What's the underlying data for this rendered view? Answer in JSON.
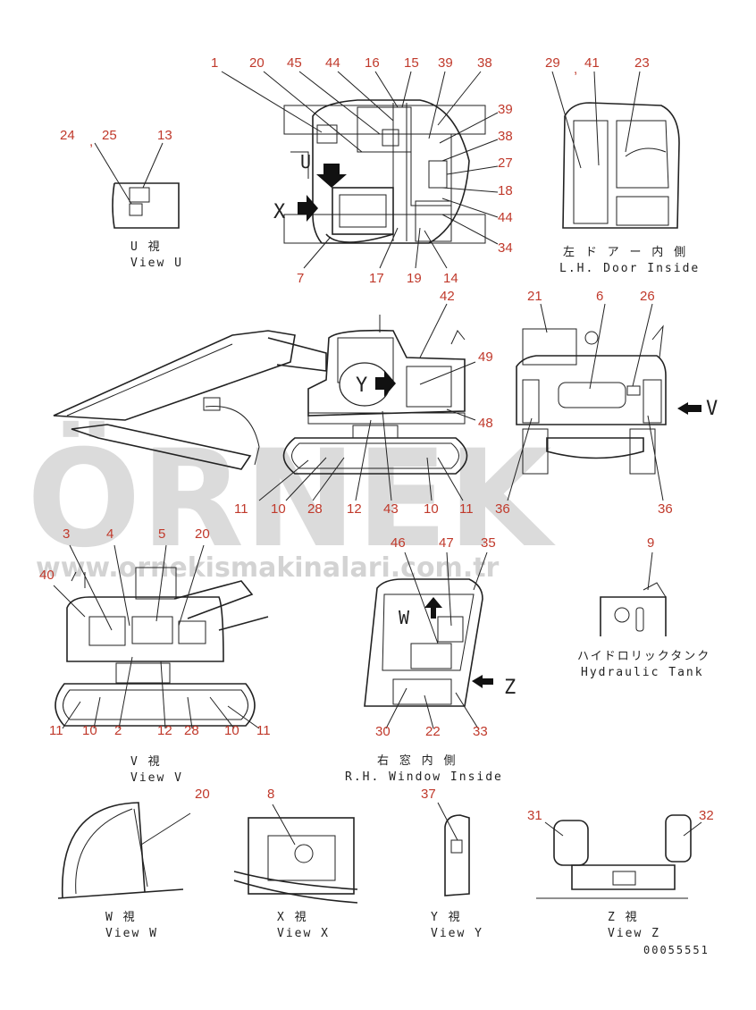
{
  "watermark": {
    "brand": "ÖRNEK",
    "url": "www.ornekismakinalari.com.tr"
  },
  "doc_code": "00055551",
  "views": {
    "u": {
      "jp": "U 視",
      "en": "View U"
    },
    "door": {
      "jp": "左 ド ア ー 内 側",
      "en": "L.H. Door Inside"
    },
    "v": {
      "jp": "V 視",
      "en": "View V"
    },
    "window": {
      "jp": "右 窓 内 側",
      "en": "R.H. Window Inside"
    },
    "tank": {
      "jp": "ハイドロリックタンク",
      "en": "Hydraulic Tank"
    },
    "w": {
      "jp": "W 視",
      "en": "View W"
    },
    "x": {
      "jp": "X 視",
      "en": "View X"
    },
    "y": {
      "jp": "Y 視",
      "en": "View Y"
    },
    "z": {
      "jp": "Z 視",
      "en": "View Z"
    }
  },
  "view_letters": {
    "u": "U",
    "x": "X",
    "y": "Y",
    "v": "V",
    "w": "W",
    "z": "Z"
  },
  "callouts": [
    "1",
    "20",
    "45",
    "44",
    "16",
    "15",
    "39",
    "38",
    "39",
    "38",
    "27",
    "18",
    "44",
    "34",
    "14",
    "19",
    "17",
    "7",
    "24",
    ",",
    "25",
    "13",
    "29",
    ",",
    "41",
    "23",
    "21",
    "6",
    "26",
    "36",
    "36",
    "42",
    "49",
    "48",
    "11",
    "10",
    "28",
    "12",
    "43",
    "10",
    "11",
    "3",
    "4",
    "5",
    "20",
    "40",
    "11",
    "10",
    "2",
    "12",
    "28",
    "10",
    "11",
    "46",
    "47",
    "35",
    "30",
    "22",
    "33",
    "9",
    "20",
    "8",
    "37",
    "31",
    "32"
  ]
}
